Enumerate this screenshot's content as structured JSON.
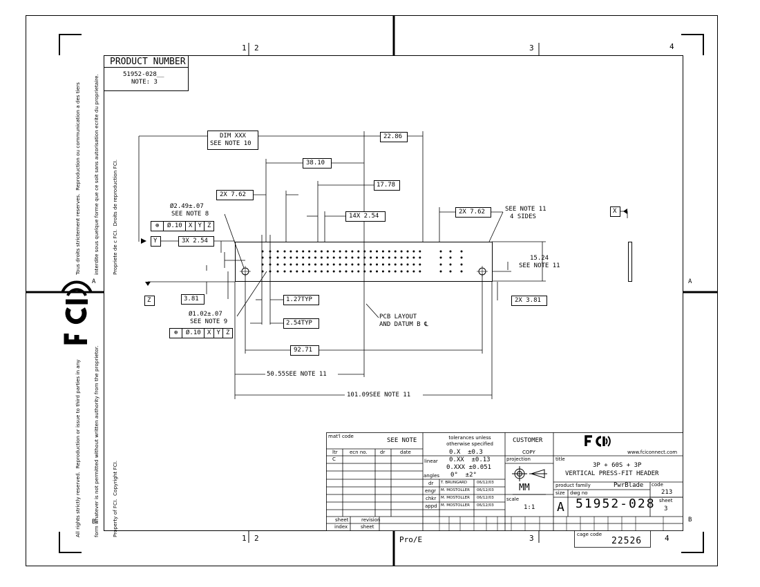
{
  "border": {
    "zones_top": [
      "1",
      "2",
      "3",
      "4"
    ],
    "zones_bottom": [
      "1",
      "2",
      "3",
      "4"
    ],
    "rows": [
      "A",
      "B"
    ],
    "software": "Pro/E"
  },
  "side_text": {
    "upper": [
      "Tous droits strictement reserves.  Reproduction ou communication a des tiers",
      "interdite sous quelque forme que ce soit sans autorisation ecrite du proprietaire.",
      "Propriete de c FCI.  Droits de reproduction FCI."
    ],
    "lower": [
      "All rights strictly reserved.  Reproduction or issue to third parties in any",
      "form whatever is not permitted without written authority from the proprietor.",
      "Property of FCI.  Copyright FCI."
    ]
  },
  "product_number": {
    "header": "PRODUCT NUMBER",
    "value": "51952-028__",
    "note": "NOTE: 3"
  },
  "dimensions": {
    "dim_xxx": "DIM XXX",
    "see_note_10": "SEE NOTE 10",
    "d22_86": "22.86",
    "d38_10": "38.10",
    "d17_78": "17.78",
    "d2x7_62_left": "2X 7.62",
    "d14x2_54": "14X 2.54",
    "d2x7_62_right": "2X 7.62",
    "see_note_11_4sides": "SEE NOTE 11",
    "four_sides": "4 SIDES",
    "hole_large": "Ø2.49±.07",
    "see_note_8": "SEE NOTE 8",
    "d3x2_54": "3X 2.54",
    "d15_24": "15.24",
    "see_note_11_right": "SEE NOTE 11",
    "d3_81": "3.81",
    "d1_27typ": "1.27TYP",
    "d2x3_81": "2X 3.81",
    "hole_small": "Ø1.02±.07",
    "see_note_9": "SEE NOTE 9",
    "d2_54typ": "2.54TYP",
    "pcb_layout": "PCB LAYOUT",
    "datum_b": "AND DATUM B ℄",
    "d92_71": "92.71",
    "d50_55": "50.55SEE NOTE 11",
    "d101_09": "101.09SEE NOTE 11"
  },
  "datums": {
    "x": "X",
    "y": "Y",
    "z": "Z"
  },
  "feature_control": {
    "symbol": "⊕",
    "tolerance": "Ø.10",
    "refs": [
      "X",
      "Y",
      "Z"
    ]
  },
  "title_block": {
    "matl_code": "mat'l code",
    "see_note": "SEE NOTE",
    "rev_headers": [
      "ltr",
      "ecn no.",
      "dr",
      "date"
    ],
    "rev_ltr": "C",
    "tolerances_header": "tolerances unless otherwise specified",
    "linear_label": "linear",
    "linear_values": [
      "0.X  ±0.3",
      "0.XX  ±0.13",
      "0.XXX ±0.051"
    ],
    "angles_label": "angles",
    "angles_value": "0°  ±2°",
    "approvals": [
      {
        "role": "dr",
        "name": "T. BRUNGARD",
        "date": "06/12/03"
      },
      {
        "role": "engr",
        "name": "M. MOSTOLLER",
        "date": "06/12/03"
      },
      {
        "role": "chkr",
        "name": "M. MOSTOLLER",
        "date": "06/12/03"
      },
      {
        "role": "appd",
        "name": "M. MOSTOLLER",
        "date": "06/12/03"
      }
    ],
    "sheet_label": "sheet",
    "revision_label": "revision",
    "index_label": "index",
    "sheet_label2": "sheet",
    "customer": "CUSTOMER",
    "copy": "COPY",
    "projection": "projection",
    "units": "MM",
    "scale_label": "scale",
    "scale": "1:1",
    "logo": "FCI",
    "website": "www.fciconnect.com",
    "title_label": "title",
    "title_line1": "3P + 60S + 3P",
    "title_line2": "VERTICAL PRESS-FIT HEADER",
    "product_family_label": "product family",
    "product_family": "PwrBlade",
    "code_label": "code",
    "code": "213",
    "size_label": "size",
    "size": "A",
    "dwg_no_label": "dwg no",
    "dwg_no": "51952-028",
    "sheet_no_label": "sheet",
    "sheet_no": "3",
    "cage_code_label": "cage code",
    "cage_code": "22526"
  }
}
